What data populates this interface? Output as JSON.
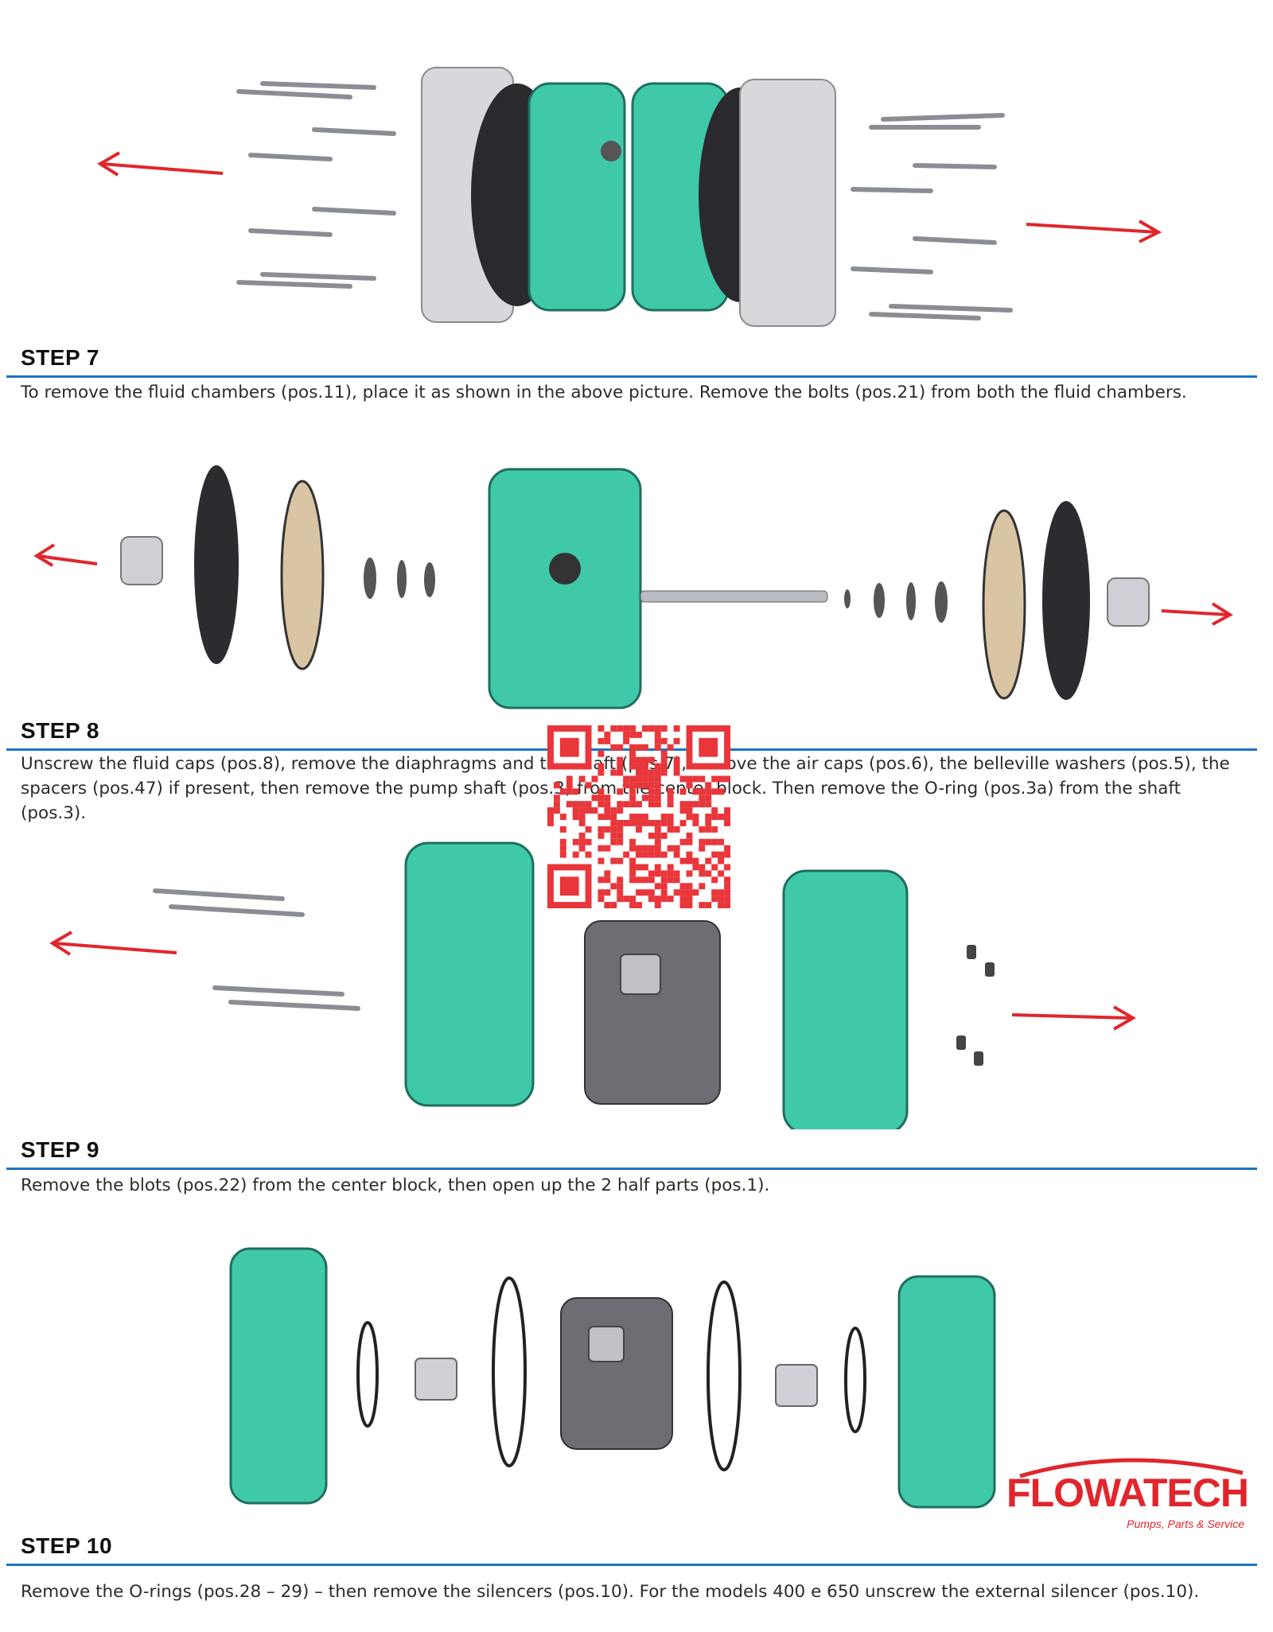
{
  "steps": [
    {
      "title": "STEP 7",
      "text": "To remove the fluid chambers (pos.11), place it as shown in the above picture. Remove the bolts (pos.21) from both the fluid chambers."
    },
    {
      "title": "STEP 8",
      "text": "Unscrew the fluid caps (pos.8), remove the diaphragms and the shaft (pos.7), remove the air caps (pos.6), the belleville washers (pos.5), the spacers (pos.47) if present, then remove the pump shaft (pos.3) from the center block. Then remove the O-ring (pos.3a) from the shaft (pos.3)."
    },
    {
      "title": "STEP 9",
      "text": "Remove the blots (pos.22) from the center block, then open up the 2 half parts (pos.1)."
    },
    {
      "title": "STEP 10",
      "text": "Remove the O-rings (pos.28 – 29) – then remove the silencers (pos.10). For the models 400 e 650 unscrew the external silencer  (pos.10)."
    }
  ],
  "logo": {
    "word": "FLOWATECH",
    "tagline": "Pumps, Parts & Service"
  },
  "colors": {
    "rule": "#1c74c4",
    "arrow": "#e0262c",
    "teal": "#3fc9a8",
    "logo": "#e0262c",
    "qr": "#e8363a"
  }
}
